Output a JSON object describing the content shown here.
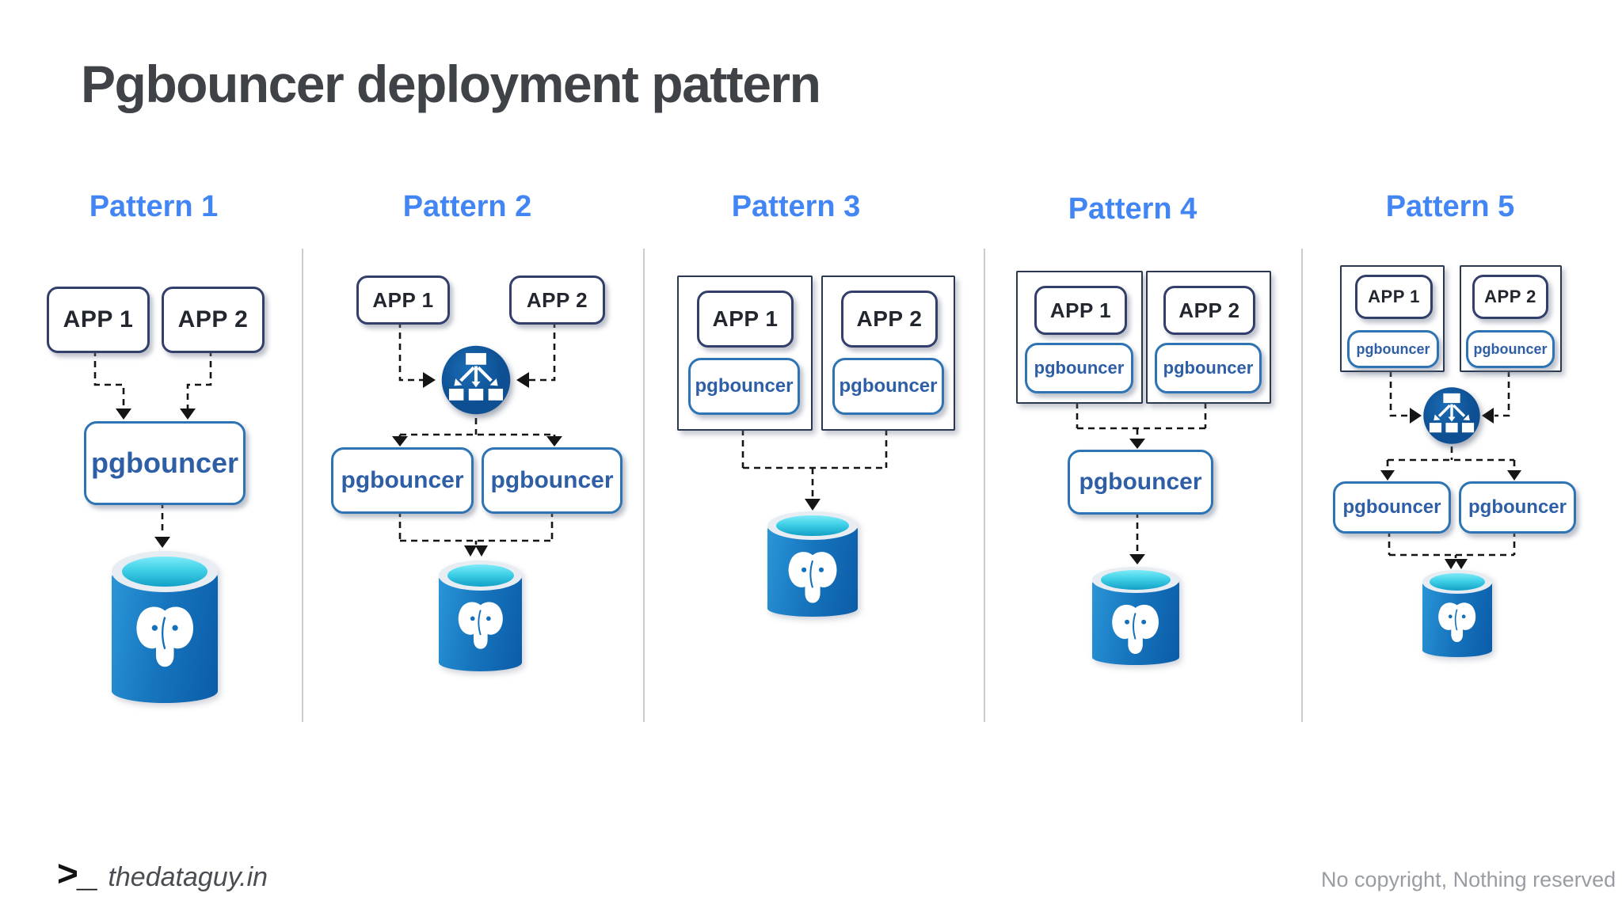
{
  "title": "Pgbouncer deployment pattern",
  "patterns": [
    {
      "label": "Pattern 1"
    },
    {
      "label": "Pattern 2"
    },
    {
      "label": "Pattern 3"
    },
    {
      "label": "Pattern 4"
    },
    {
      "label": "Pattern 5"
    }
  ],
  "labels": {
    "app1": "APP 1",
    "app2": "APP 2",
    "pgbouncer": "pgbouncer"
  },
  "icons": {
    "load_balancer": "load-balancer-icon",
    "database": "postgresql-database-icon",
    "elephant": "postgresql-elephant-logo",
    "terminal_prompt": "terminal-prompt-icon"
  },
  "footer": {
    "prompt": ">_",
    "site": "thedataguy.in",
    "rights": "No copyright, Nothing reserved"
  },
  "colors": {
    "pattern_label_blue": "#4285f4",
    "title_gray": "#3f4347",
    "app_border_navy": "#333f6b",
    "pgbouncer_border_blue": "#2e74b4",
    "pgbouncer_text_blue": "#2e5fa6",
    "container_border": "#2b3850",
    "db_body_blue": "#1674bd",
    "db_water_cyan": "#3fd0e7",
    "lb_circle_blue": "#11599f",
    "connector_black": "#151515",
    "divider_gray": "#c9cdd2"
  }
}
